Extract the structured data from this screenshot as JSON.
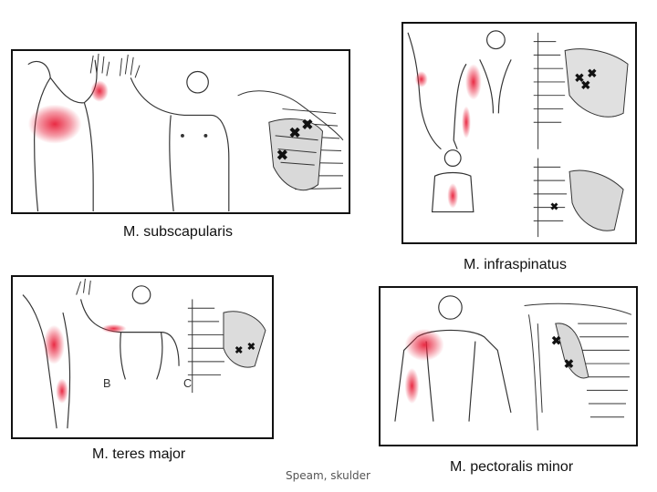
{
  "captions": {
    "subscapularis": "M. subscapularis",
    "infraspinatus": "M. infraspinatus",
    "teres_major": "M. teres major",
    "pectoralis_minor": "M. pectoralis minor"
  },
  "panel_labels": {
    "teres_b": "B",
    "teres_c": "C"
  },
  "footer": "Speam, skulder",
  "colors": {
    "pain_referral": "#e8203a",
    "trigger_point": "#111111",
    "outline": "#333333"
  }
}
